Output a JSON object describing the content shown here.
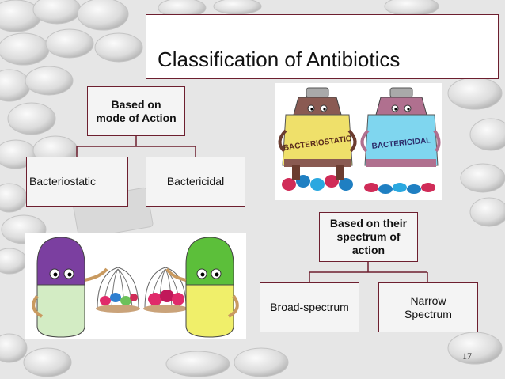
{
  "slide": {
    "title": "Classification of Antibiotics",
    "page_number": "17"
  },
  "tree_mode": {
    "root": "Based on mode of Action",
    "children": [
      "Bacteriostatic",
      "Bactericidal"
    ]
  },
  "tree_spectrum": {
    "root": "Based on their spectrum of action",
    "children": [
      "Broad-spectrum",
      "Narrow Spectrum"
    ]
  },
  "illustrations": {
    "top_right": {
      "label_left": "BACTERIOSTATIC",
      "label_right": "BACTERICIDAL"
    }
  },
  "colors": {
    "border": "#6d1f2f",
    "node_fill": "#f4f4f4",
    "title_fill": "#ffffff",
    "background": "#e9e9e9"
  }
}
